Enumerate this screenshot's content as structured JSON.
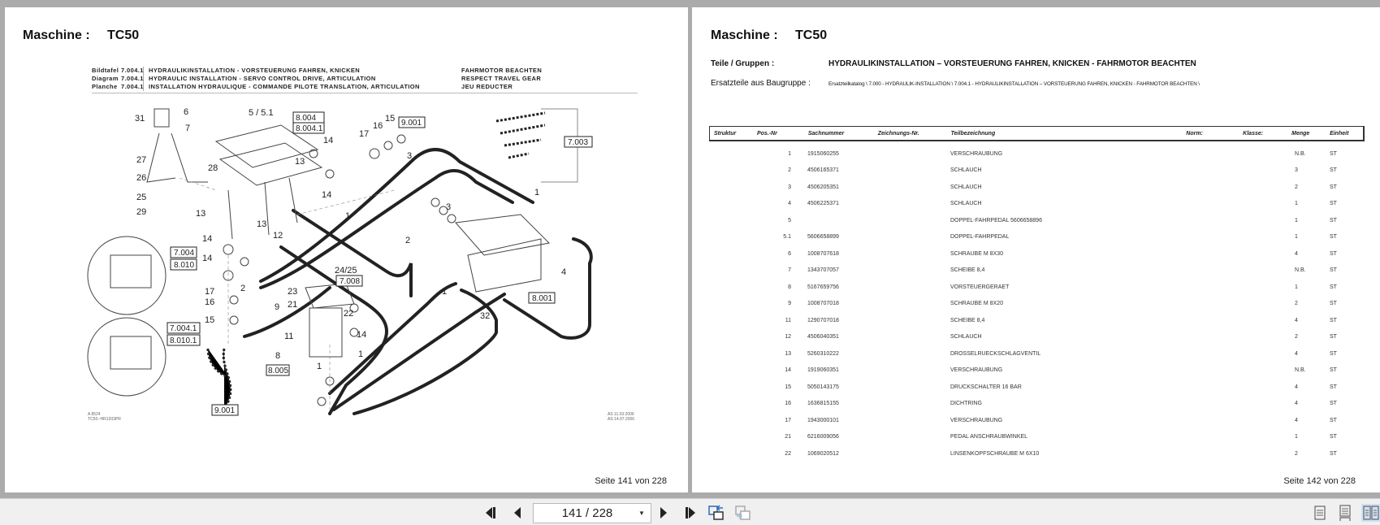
{
  "viewer": {
    "left_page": {
      "machine_label": "Maschine :",
      "machine_value": "TC50",
      "header_rows": [
        {
          "kind": "Bildtafel",
          "code": "7.004.1",
          "title": "HYDRAULIKINSTALLATION - VORSTEUERUNG FAHREN, KNICKEN",
          "note": "FAHRMOTOR BEACHTEN"
        },
        {
          "kind": "Diagram",
          "code": "7.004.1",
          "title": "HYDRAULIC INSTALLATION - SERVO CONTROL DRIVE, ARTICULATION",
          "note": "RESPECT TRAVEL GEAR"
        },
        {
          "kind": "Planche",
          "code": "7.004.1",
          "title": "INSTALLATION HYDRAULIQUE - COMMANDE PILOTE TRANSLATION, ARTICULATION",
          "note": "JEU REDUCTER"
        }
      ],
      "diagram": {
        "callouts": [
          "31",
          "6",
          "5 / 5.1",
          "7",
          "27",
          "28",
          "26",
          "25",
          "29",
          "13",
          "13",
          "13",
          "14",
          "14",
          "14",
          "14",
          "17",
          "16",
          "15",
          "12",
          "1",
          "1",
          "1",
          "1",
          "1",
          "2",
          "2",
          "3",
          "3",
          "4",
          "9",
          "11",
          "8",
          "21",
          "22",
          "23",
          "24/25",
          "32"
        ],
        "reference_boxes": [
          "8.004",
          "8.004.1",
          "9.001",
          "7.003",
          "7.004",
          "8.010",
          "7.004.1",
          "8.010.1",
          "7.008",
          "8.001",
          "8.005",
          "9.001"
        ],
        "footnote_left_1": "A 8524",
        "footnote_left_2": "TC50--HR1203PR",
        "footnote_right_1": "AS 11.03.2006",
        "footnote_right_2": "AS 14.07.2006"
      },
      "footer": "Seite 141 von 228"
    },
    "right_page": {
      "machine_label": "Maschine :",
      "machine_value": "TC50",
      "teile_label": "Teile / Gruppen :",
      "teile_value": "HYDRAULIKINSTALLATION – VORSTEUERUNG FAHREN, KNICKEN  - FAHRMOTOR BEACHTEN",
      "baugruppe_label": "Ersatzteile aus Baugruppe :",
      "baugruppe_value": "Ersatzteilkatalog \\ 7.000 - HYDRAULIK-INSTALLATION \\ 7.004.1 - HYDRAULIKINSTALLATION – VORSTEUERUNG FAHREN, KNICKEN  - FAHRMOTOR BEACHTEN \\",
      "table": {
        "headers": {
          "struktur": "Struktur",
          "pos": "Pos.-Nr",
          "sach": "Sachnummer",
          "zeich": "Zeichnungs-Nr.",
          "teil": "Teilbezeichnung",
          "norm": "Norm:",
          "klasse": "Klasse:",
          "menge": "Menge",
          "einheit": "Einheit"
        },
        "rows": [
          {
            "pos": "1",
            "sach": "1915060255",
            "teil": "VERSCHRAUBUNG",
            "menge": "N.B.",
            "einheit": "ST"
          },
          {
            "pos": "2",
            "sach": "4506165371",
            "teil": "SCHLAUCH",
            "menge": "3",
            "einheit": "ST"
          },
          {
            "pos": "3",
            "sach": "4506205351",
            "teil": "SCHLAUCH",
            "menge": "2",
            "einheit": "ST"
          },
          {
            "pos": "4",
            "sach": "4506225371",
            "teil": "SCHLAUCH",
            "menge": "1",
            "einheit": "ST"
          },
          {
            "pos": "5",
            "sach": "",
            "teil": "DOPPEL-FAHRPEDAL   5606658896",
            "menge": "1",
            "einheit": "ST"
          },
          {
            "pos": "5.1",
            "sach": "5606658899",
            "teil": "DOPPEL-FAHRPEDAL",
            "menge": "1",
            "einheit": "ST"
          },
          {
            "pos": "6",
            "sach": "1008707618",
            "teil": "SCHRAUBE  M 8X30",
            "menge": "4",
            "einheit": "ST"
          },
          {
            "pos": "7",
            "sach": "1343707057",
            "teil": "SCHEIBE  8,4",
            "menge": "N.B.",
            "einheit": "ST"
          },
          {
            "pos": "8",
            "sach": "5167659756",
            "teil": "VORSTEUERGERAET",
            "menge": "1",
            "einheit": "ST"
          },
          {
            "pos": "9",
            "sach": "1008707018",
            "teil": "SCHRAUBE  M 8X20",
            "menge": "2",
            "einheit": "ST"
          },
          {
            "pos": "11",
            "sach": "1290707018",
            "teil": "SCHEIBE  8,4",
            "menge": "4",
            "einheit": "ST"
          },
          {
            "pos": "12",
            "sach": "4506040351",
            "teil": "SCHLAUCH",
            "menge": "2",
            "einheit": "ST"
          },
          {
            "pos": "13",
            "sach": "5260310222",
            "teil": "DROSSELRUECKSCHLAGVENTIL",
            "menge": "4",
            "einheit": "ST"
          },
          {
            "pos": "14",
            "sach": "1919060351",
            "teil": "VERSCHRAUBUNG",
            "menge": "N.B.",
            "einheit": "ST"
          },
          {
            "pos": "15",
            "sach": "5050143175",
            "teil": "DRUCKSCHALTER 16 BAR",
            "menge": "4",
            "einheit": "ST"
          },
          {
            "pos": "16",
            "sach": "1636815155",
            "teil": "DICHTRING",
            "menge": "4",
            "einheit": "ST"
          },
          {
            "pos": "17",
            "sach": "1943000101",
            "teil": "VERSCHRAUBUNG",
            "menge": "4",
            "einheit": "ST"
          },
          {
            "pos": "21",
            "sach": "6216009056",
            "teil": "PEDAL ANSCHRAUBWINKEL",
            "menge": "1",
            "einheit": "ST"
          },
          {
            "pos": "22",
            "sach": "1069020512",
            "teil": "LINSENKOPFSCHRAUBE M 6X10",
            "menge": "2",
            "einheit": "ST"
          }
        ]
      },
      "footer": "Seite 142 von 228"
    }
  },
  "toolbar": {
    "first_page": "first-page-icon",
    "prev_page": "previous-page-icon",
    "page_value": "141 / 228",
    "next_page": "next-page-icon",
    "last_page": "last-page-icon",
    "back_view": "previous-view-icon",
    "forward_view": "next-view-icon",
    "view_single": "single-page-view-icon",
    "view_continuous": "continuous-view-icon",
    "view_facing": "facing-pages-view-icon",
    "accent_color": "#2d6db5",
    "active_view_bg": "#cfe0f5"
  }
}
